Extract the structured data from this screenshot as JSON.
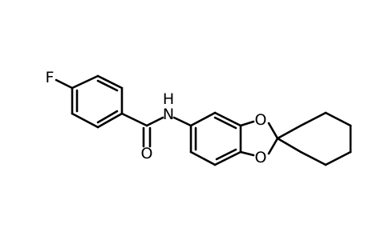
{
  "atoms": {
    "fluorine": "F",
    "carbonyl_oxygen": "O",
    "amide_nitrogen": "N",
    "amide_hydrogen": "H",
    "ring_oxygen_top": "O",
    "ring_oxygen_bottom": "O"
  }
}
